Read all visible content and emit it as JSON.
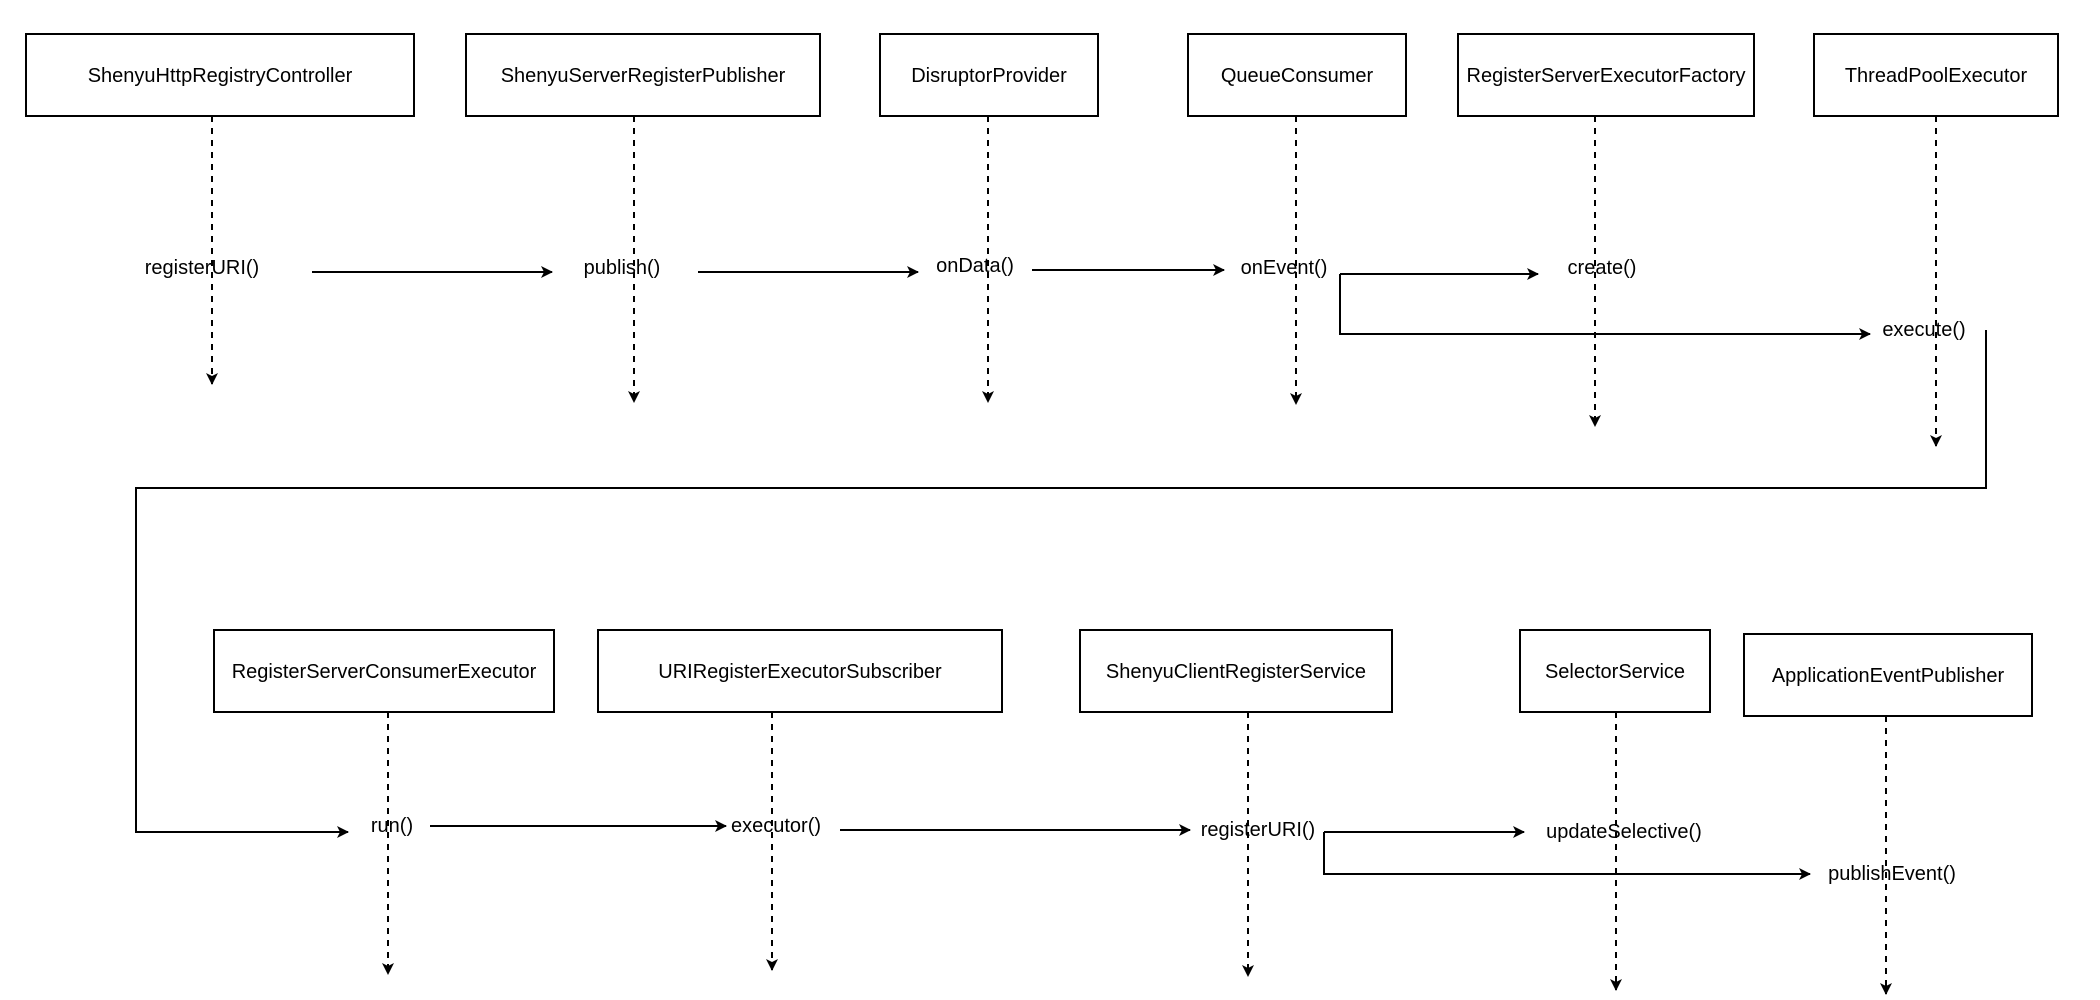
{
  "diagram": {
    "actors": [
      {
        "id": "a1",
        "label": "ShenyuHttpRegistryController"
      },
      {
        "id": "a2",
        "label": "ShenyuServerRegisterPublisher"
      },
      {
        "id": "a3",
        "label": "DisruptorProvider"
      },
      {
        "id": "a4",
        "label": "QueueConsumer"
      },
      {
        "id": "a5",
        "label": "RegisterServerExecutorFactory"
      },
      {
        "id": "a6",
        "label": "ThreadPoolExecutor"
      },
      {
        "id": "a7",
        "label": "RegisterServerConsumerExecutor"
      },
      {
        "id": "a8",
        "label": "URIRegisterExecutorSubscriber"
      },
      {
        "id": "a9",
        "label": "ShenyuClientRegisterService"
      },
      {
        "id": "a10",
        "label": "SelectorService"
      },
      {
        "id": "a11",
        "label": "ApplicationEventPublisher"
      }
    ],
    "messages": [
      {
        "id": "m1",
        "label": "registerURI()"
      },
      {
        "id": "m2",
        "label": "publish()"
      },
      {
        "id": "m3",
        "label": "onData()"
      },
      {
        "id": "m4",
        "label": "onEvent()"
      },
      {
        "id": "m5",
        "label": "create()"
      },
      {
        "id": "m6",
        "label": "execute()"
      },
      {
        "id": "m7",
        "label": "run()"
      },
      {
        "id": "m8",
        "label": "executor()"
      },
      {
        "id": "m9",
        "label": "registerURI()"
      },
      {
        "id": "m10",
        "label": "updateSelective()"
      },
      {
        "id": "m11",
        "label": "publishEvent()"
      }
    ]
  }
}
